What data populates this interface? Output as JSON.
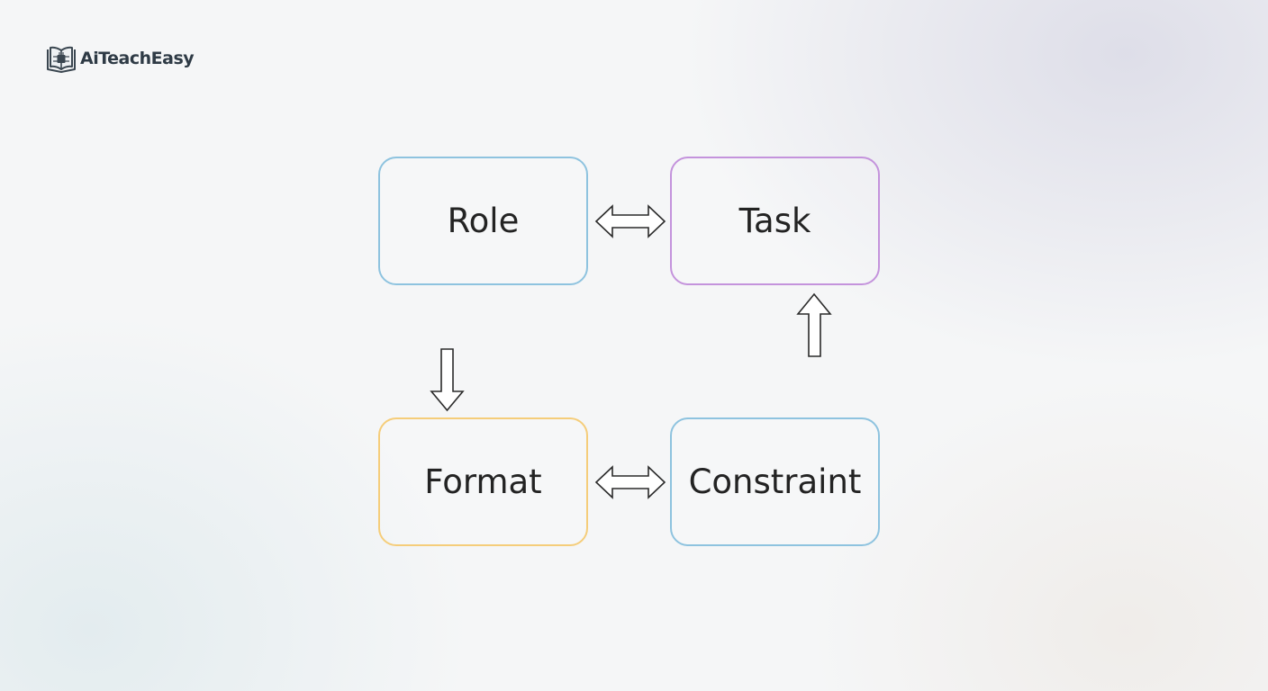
{
  "brand": {
    "name": "AiTeachEasy",
    "icon": "book-chip-icon"
  },
  "nodes": {
    "role": {
      "label": "Role",
      "color": "#8ec3df"
    },
    "task": {
      "label": "Task",
      "color": "#c493dc"
    },
    "format": {
      "label": "Format",
      "color": "#f5cd7a"
    },
    "constraint": {
      "label": "Constraint",
      "color": "#8ec3df"
    }
  },
  "edges": [
    {
      "from": "Role",
      "to": "Task",
      "type": "bidirectional"
    },
    {
      "from": "Role",
      "to": "Format",
      "type": "directed"
    },
    {
      "from": "Format",
      "to": "Constraint",
      "type": "bidirectional"
    },
    {
      "from": "Constraint",
      "to": "Task",
      "type": "directed"
    }
  ]
}
